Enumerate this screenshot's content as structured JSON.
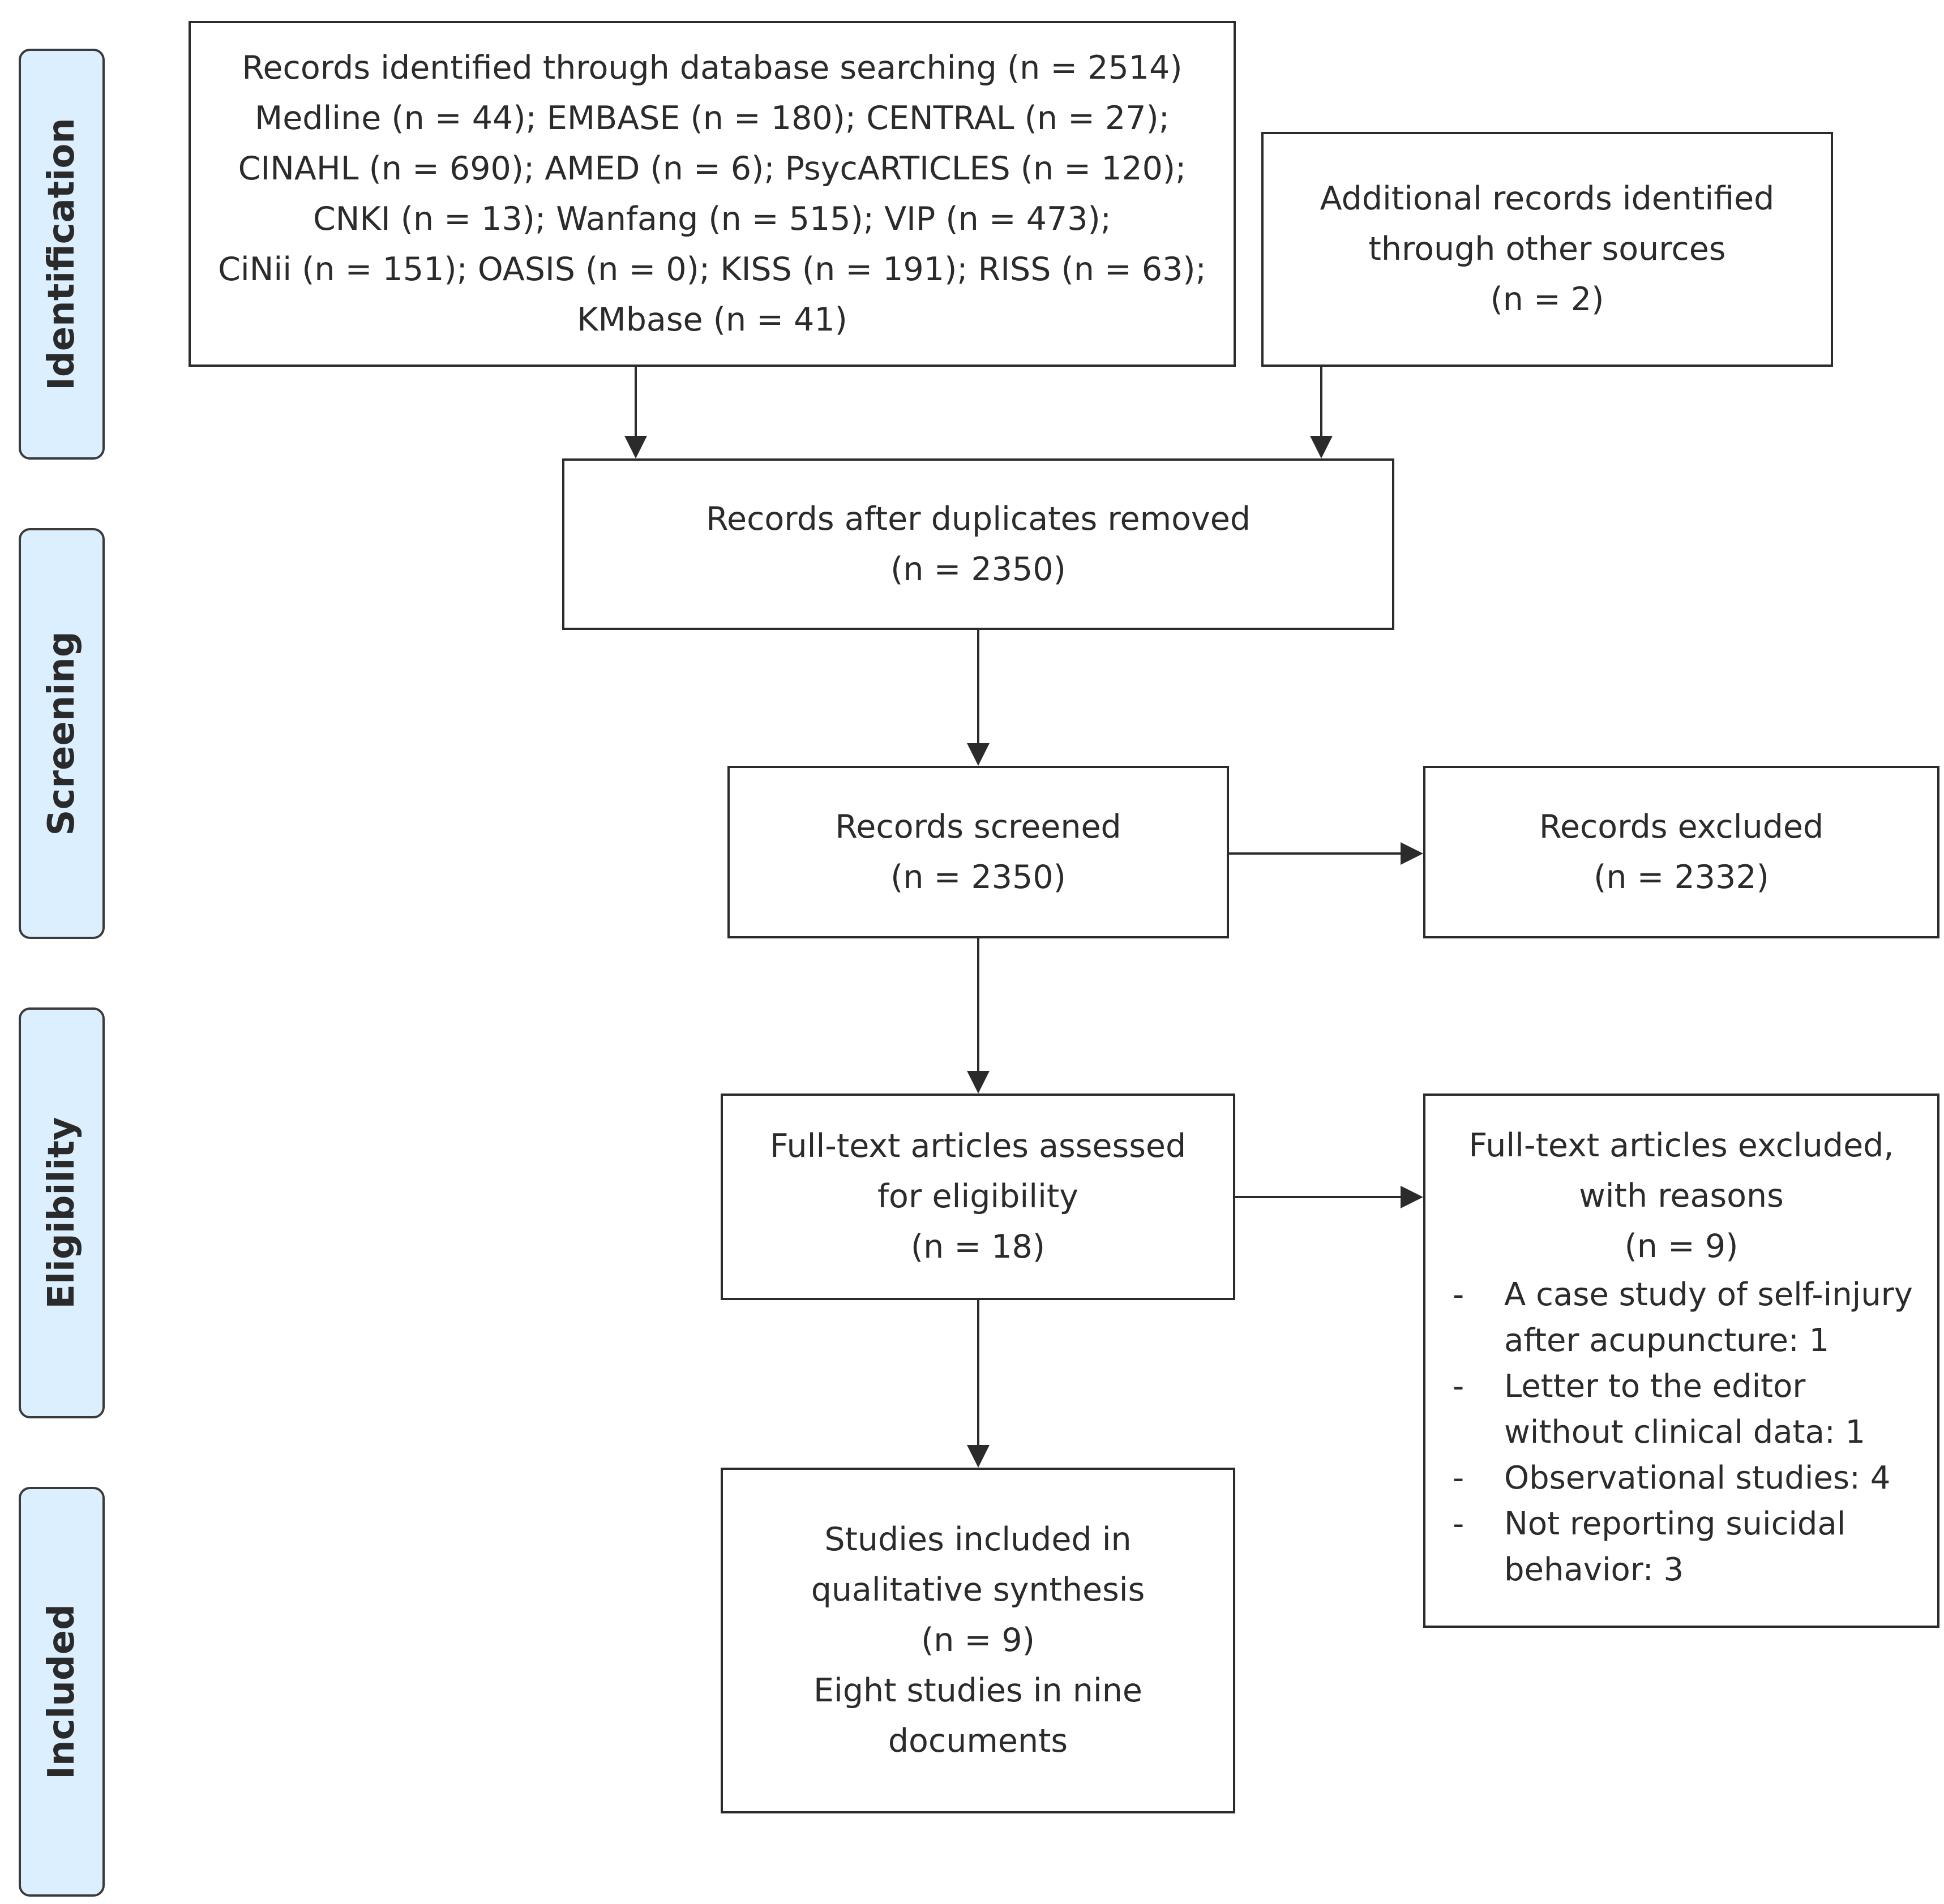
{
  "phases": {
    "identification": "Identification",
    "screening": "Screening",
    "eligibility": "Eligibility",
    "included": "Included"
  },
  "boxes": {
    "database_search": {
      "lines": [
        "Records identified through database searching (n = 2514)",
        "Medline (n = 44); EMBASE (n = 180); CENTRAL (n = 27);",
        "CINAHL (n = 690); AMED (n = 6); PsycARTICLES (n = 120);",
        "CNKI (n = 13); Wanfang (n = 515); VIP (n = 473);",
        "CiNii (n = 151); OASIS (n = 0); KISS (n = 191); RISS (n = 63);",
        "KMbase (n = 41)"
      ]
    },
    "other_sources": {
      "lines": [
        "Additional records identified",
        "through other sources",
        "(n = 2)"
      ]
    },
    "duplicates_removed": {
      "lines": [
        "Records after duplicates removed",
        "(n = 2350)"
      ]
    },
    "screened": {
      "lines": [
        "Records screened",
        "(n = 2350)"
      ]
    },
    "excluded": {
      "lines": [
        "Records excluded",
        "(n = 2332)"
      ]
    },
    "full_text_assessed": {
      "lines": [
        "Full-text articles assessed",
        "for eligibility",
        "(n = 18)"
      ]
    },
    "full_text_excluded": {
      "lines": [
        "Full-text articles excluded,",
        "with reasons",
        "(n = 9)"
      ],
      "reasons": [
        [
          "A case study of self-injury",
          "after acupuncture: 1"
        ],
        [
          "Letter to the editor",
          "without clinical data: 1"
        ],
        [
          "Observational studies: 4"
        ],
        [
          "Not reporting suicidal",
          "behavior: 3"
        ]
      ]
    },
    "included": {
      "lines": [
        "Studies included in",
        "qualitative synthesis",
        "(n = 9)",
        "Eight studies in nine",
        "documents"
      ]
    }
  },
  "colors": {
    "phase_fill": "#dcefff",
    "stroke": "#2b2b2b"
  }
}
